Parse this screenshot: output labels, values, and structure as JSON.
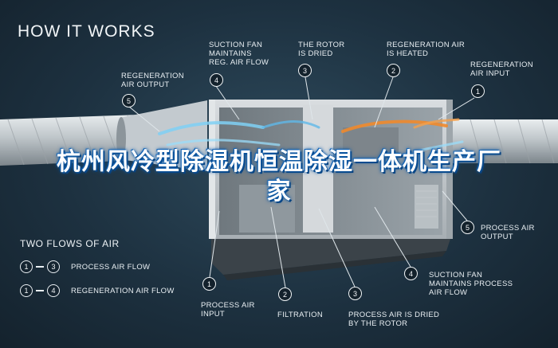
{
  "diagram": {
    "title": "HOW IT WORKS",
    "headline": "杭州风冷型除湿机恒温除湿一体机生产厂家",
    "flows_title": "TWO FLOWS OF AIR",
    "legend": [
      {
        "from": "1",
        "to": "3",
        "label": "PROCESS AIR FLOW"
      },
      {
        "from": "1",
        "to": "4",
        "label": "REGENERATION AIR FLOW"
      }
    ],
    "top_callouts": [
      {
        "num": "5",
        "label": "REGENERATION\nAIR OUTPUT"
      },
      {
        "num": "4",
        "label": "SUCTION FAN\nMAINTAINS\nREG. AIR FLOW"
      },
      {
        "num": "3",
        "label": "THE ROTOR\nIS DRIED"
      },
      {
        "num": "2",
        "label": "REGENERATION AIR\nIS HEATED"
      },
      {
        "num": "1",
        "label": "REGENERATION\nAIR INPUT"
      }
    ],
    "bottom_callouts": [
      {
        "num": "1",
        "label": "PROCESS AIR\nINPUT"
      },
      {
        "num": "2",
        "label": "FILTRATION"
      },
      {
        "num": "3",
        "label": "PROCESS AIR IS DRIED\nBY THE ROTOR"
      },
      {
        "num": "4",
        "label": "SUCTION FAN\nMAINTAINS PROCESS\nAIR FLOW"
      },
      {
        "num": "5",
        "label": "PROCESS AIR\nOUTPUT"
      }
    ],
    "colors": {
      "background": "#1d3140",
      "accent_blue": "#4fb3e8",
      "accent_orange": "#f08a2c",
      "headline_glow": "#0c5aa8"
    }
  }
}
